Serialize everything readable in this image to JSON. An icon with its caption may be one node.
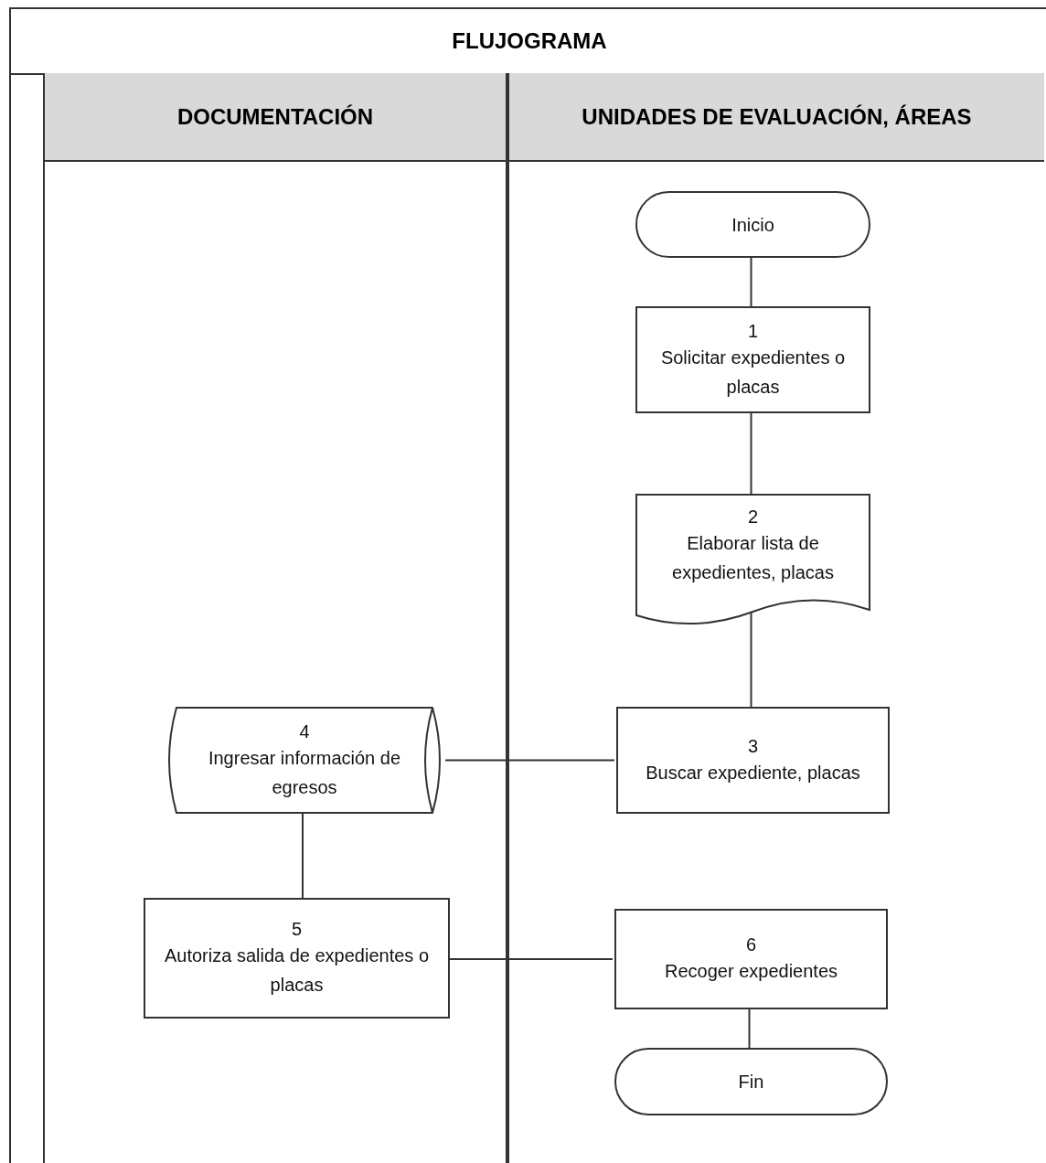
{
  "diagram": {
    "title": "FLUJOGRAMA",
    "nodes": [
      {
        "text": [
          "DOCUMENTACIÓN"
        ]
      },
      {
        "text": [
          "UNIDADES DE EVALUACIÓN, ÁREAS"
        ]
      },
      {
        "text": [
          "Inicio"
        ],
        "in": 1
      },
      {
        "text": [
          "1",
          "Solicitar expedientes o placas"
        ],
        "in": 1
      },
      {
        "text": [
          "2",
          "Elaborar lista de expedientes, placas"
        ],
        "in": 1
      },
      {
        "text": [
          "3",
          "Buscar expediente, placas"
        ],
        "in": 1
      },
      {
        "text": [
          "4",
          "Ingresar información de egresos"
        ],
        "in": 0
      },
      {
        "text": [
          "5",
          "Autoriza salida de expedientes o placas"
        ],
        "in": 0
      },
      {
        "text": [
          "6",
          "Recoger expedientes"
        ],
        "in": 1
      },
      {
        "text": [
          "Fin"
        ],
        "in": 1
      }
    ],
    "edges": [
      {
        "from": 2,
        "to": 3,
        "arrow": "none"
      },
      {
        "from": 3,
        "to": 4,
        "arrow": "none"
      },
      {
        "from": 4,
        "to": 5,
        "arrow": "none"
      },
      {
        "from": 5,
        "to": 6,
        "arrow": "none"
      },
      {
        "from": 6,
        "to": 7,
        "arrow": "none"
      },
      {
        "from": 7,
        "to": 8,
        "arrow": "none"
      },
      {
        "from": 8,
        "to": 9,
        "arrow": "none"
      }
    ]
  }
}
